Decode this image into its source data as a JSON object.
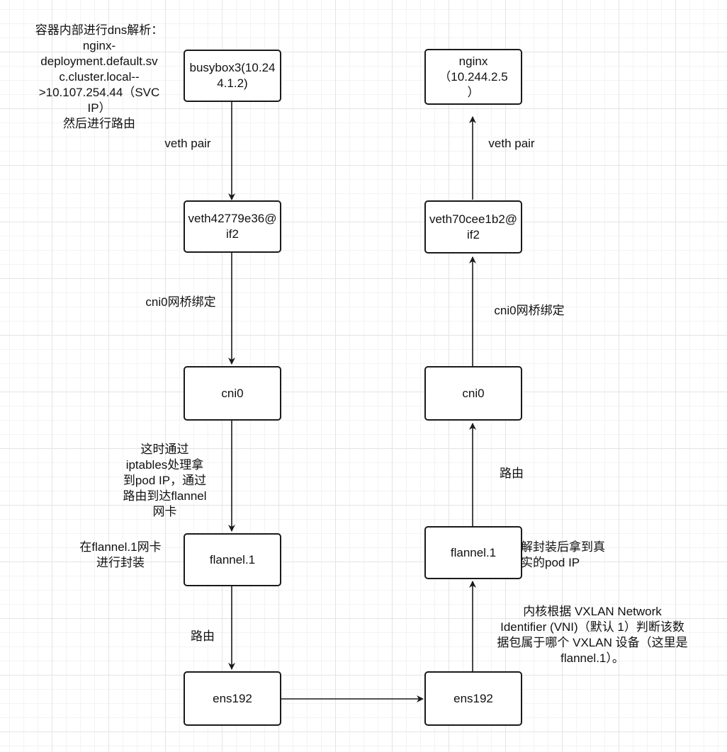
{
  "nodes": {
    "busybox3": "busybox3(10.244.1.2)",
    "veth_left": "veth42779e36@if2",
    "cni0_left": "cni0",
    "flannel_left": "flannel.1",
    "ens192_left": "ens192",
    "nginx": "nginx\n（10.244.2.5\n）",
    "veth_right": "veth70cee1b2@if2",
    "cni0_right": "cni0",
    "flannel_right": "flannel.1",
    "ens192_right": "ens192"
  },
  "labels": {
    "dns_note": "容器内部进行dns解析：\nnginx-\ndeployment.default.sv\nc.cluster.local--\n>10.107.254.44（SVC\nIP）\n然后进行路由",
    "veth_pair_left": "veth pair",
    "cni0_bind_left": "cni0网桥绑定",
    "iptables_note": "这时通过\niptables处理拿\n到pod IP，通过\n路由到达flannel\n网卡",
    "encap_note": "在flannel.1网卡\n进行封装",
    "route_left": "路由",
    "veth_pair_right": "veth pair",
    "cni0_bind_right": "cni0网桥绑定",
    "route_right": "路由",
    "decap_note": "解封装后拿到真\n实的pod IP",
    "vni_note": "内核根据 VXLAN Network\nIdentifier (VNI)（默认 1）判断该数\n据包属于哪个 VXLAN 设备（这里是\nflannel.1）。"
  }
}
